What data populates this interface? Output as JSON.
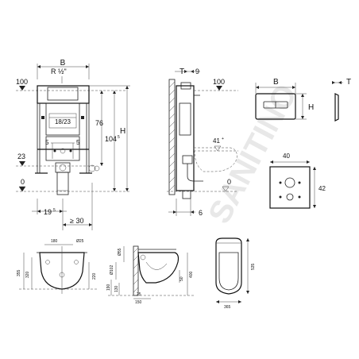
{
  "watermark": "SANITINO",
  "frame_front": {
    "top_label": "B",
    "connection": "R ½\"",
    "height_100": "100",
    "inner_width": "18/23",
    "dim_76": "76",
    "dim_104": "104",
    "dim_104_sup": "5",
    "dim_H": "H",
    "dim_23": "23",
    "dim_5_left": "5",
    "dim_5_right": "5",
    "dim_0": "0",
    "dim_19": "19",
    "dim_19_sup": "5",
    "dim_ge30": "≥ 30"
  },
  "frame_side": {
    "dim_T": "T",
    "dim_9": "9",
    "height_100": "100",
    "dim_41": "41",
    "dim_41_suffix": "+",
    "dim_0": "0",
    "dim_6": "6"
  },
  "plate": {
    "dim_B": "B",
    "dim_H": "H",
    "dim_T": "T"
  },
  "insulation": {
    "dim_40": "40",
    "dim_42": "42"
  },
  "bowl_front": {
    "dim_180": "180",
    "dim_25": "Ø25",
    "dim_355": "355",
    "dim_320": "320",
    "dim_220": "220"
  },
  "bowl_side": {
    "dim_55": "Ø55",
    "dim_102": "Ø102",
    "dim_400": "400",
    "dim_190": "190",
    "dim_130": "130",
    "dim_50": "50",
    "dim_25": "25",
    "dim_150": "150"
  },
  "bowl_top": {
    "dim_535": "535",
    "dim_365": "365"
  }
}
